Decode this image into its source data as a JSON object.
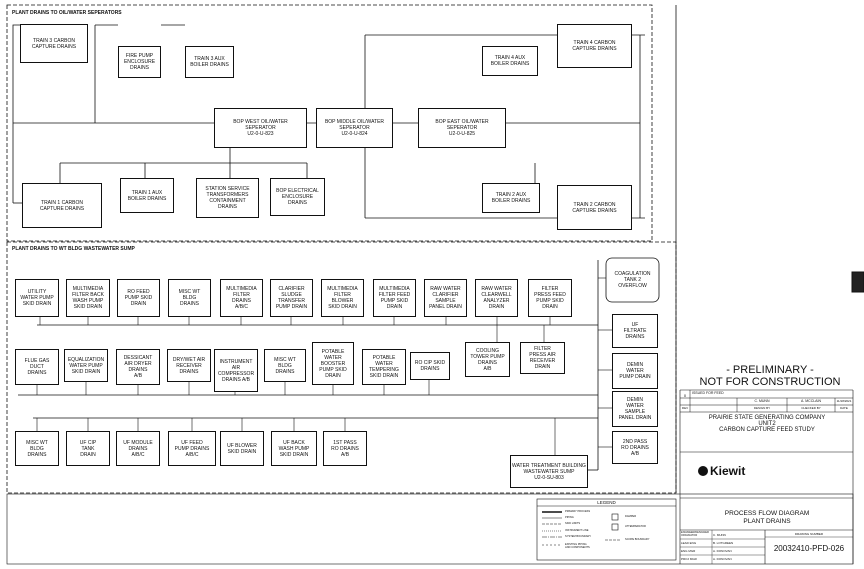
{
  "sections": {
    "top_title": "PLANT DRAINS TO OIL/WATER SEPERATORS",
    "bottom_title": "PLANT DRAINS TO WT BLDG WASTEWATER SUMP"
  },
  "top_section": {
    "train3_carbon": "TRAIN 3 CARBON\nCAPTURE DRAINS",
    "fire_pump": "FIRE PUMP\nENCLOSURE\nDRAINS",
    "train3_aux": "TRAIN 3 AUX\nBOILER DRAINS",
    "train4_aux": "TRAIN 4 AUX\nBOILER DRAINS",
    "train4_carbon": "TRAIN 4 CARBON\nCAPTURE DRAINS",
    "bop_west": "BOP WEST OIL/WATER\nSEPERATOR\nU2-0-U-823",
    "bop_middle": "BOP MIDDLE OIL/WATER\nSEPERATOR\nU2-0-U-824",
    "bop_east": "BOP EAST OIL/WATER\nSEPERATOR\nU2-0-U-825",
    "train1_carbon": "TRAIN 1 CARBON\nCAPTURE DRAINS",
    "train1_aux": "TRAIN 1 AUX\nBOILER DRAINS",
    "station_service": "STATION SERVICE\nTRANSFORMERS\nCONTAINMENT\nDRAINS",
    "bop_electrical": "BOP ELECTRICAL\nENCLOSURE\nDRAINS",
    "train2_aux": "TRAIN 2 AUX\nBOILER DRAINS",
    "train2_carbon": "TRAIN 2 CARBON\nCAPTURE DRAINS"
  },
  "row1": [
    "UTILITY\nWATER PUMP\nSKID DRAIN",
    "MULTIMEDIA\nFILTER BACK\nWASH PUMP\nSKID DRAIN",
    "RO FEED\nPUMP SKID\nDRAIN",
    "MISC WT\nBLDG\nDRAINS",
    "MULTIMEDIA\nFILTER\nDRAINS\nA/B/C",
    "CLARIFIER\nSLUDGE\nTRANSFER\nPUMP DRAIN",
    "MULTIMEDIA\nFILTER\nBLOWER\nSKID DRAIN",
    "MULTIMEDIA\nFILTER FEED\nPUMP SKID\nDRAIN",
    "RAW WATER\nCLARIFIER\nSAMPLE\nPANEL DRAIN",
    "RAW WATER\nCLEARWELL\nANALYZER\nDRAIN",
    "FILTER\nPRESS FEED\nPUMP SKID\nDRAIN"
  ],
  "row2": [
    "FLUE GAS\nDUCT\nDRAINS",
    "EQUALIZATION\nWATER PUMP\nSKID DRAIN",
    "DESSICANT\nAIR DRYER\nDRAINS\nA/B",
    "DRY/WET AIR\nRECEIVER\nDRAINS",
    "INSTRUMENT\nAIR\nCOMPRESSOR\nDRAINS A/B",
    "MISC WT\nBLDG\nDRAINS",
    "POTABLE\nWATER\nBOOSTER\nPUMP SKID\nDRAIN",
    "POTABLE\nWATER\nTEMPERING\nSKID DRAIN",
    "RO CIP SKID\nDRAINS"
  ],
  "row2_extra": {
    "cooling_tower": "COOLING\nTOWER PUMP\nDRAINS\nA/B",
    "filter_press_air": "FILTER\nPRESS AIR\nRECEIVER\nDRAIN"
  },
  "row3": [
    "MISC WT\nBLDG\nDRAINS",
    "UF CIP\nTANK\nDRAIN",
    "UF MODULE\nDRAINS\nA/B/C",
    "UF FEED\nPUMP DRAINS\nA/B/C",
    "UF BLOWER\nSKID DRAIN",
    "UF BACK\nWASH PUMP\nSKID DRAIN",
    "1ST PASS\nRO DRAINS\nA/B"
  ],
  "right_column": {
    "coagulation": "COAGULATION\nTANK 2\nOVERFLOW",
    "uf_filtrate": "UF\nFILTRATE\nDRAINS",
    "demin_pump": "DEMIN\nWATER\nPUMP DRAIN",
    "demin_sample": "DEMIN\nWATER\nSAMPLE\nPANEL DRAIN",
    "second_pass": "2ND PASS\nRO DRAINS\nA/B"
  },
  "sump": "WATER TREATMENT BUILDING\nWASTEWATER SUMP\nU2-0-SU-803",
  "stamp": {
    "line1": "- PRELIMINARY -",
    "line2": "NOT FOR CONSTRUCTION"
  },
  "legend": {
    "title": "LEGEND",
    "items_left": [
      "PRIMARY PROCESS",
      "PIPING",
      "SKID LIMITS",
      "INSTRUMENT LINE",
      "SYSTEM BOUNDARY",
      "EXISTING PIPING\nAND COMPONENTS"
    ],
    "items_right": [
      "DAMPER",
      "ATTEMPERATOR",
      "SCOPE BOUNDARY"
    ]
  },
  "title_block": {
    "rev": "0",
    "rev_desc": "ISSUED FOR FEED",
    "designer": "C. MUNN",
    "checker": "A. MCCLAIN",
    "date": "11/18/2021",
    "rev_label": "REV",
    "designed_by_label": "DESIGN BY",
    "checked_by_label": "CHECKED BY",
    "date_label": "DATE",
    "company": "PRAIRIE STATE GENERATING COMPANY",
    "unit": "UNIT2",
    "project": "CARBON CAPTURE FEED STUDY",
    "logo": "Kiewit",
    "diagram_title": "PROCESS FLOW DIAGRAM",
    "diagram_subtitle": "PLANT DRAINS",
    "drawing_number_label": "DRAWING NUMBER",
    "drawing_number": "20032410-PFD-026",
    "signoffs": [
      {
        "role": "ENGINEER/DESIGNER\nORIGINATOR",
        "name": "C. MUNN"
      },
      {
        "role": "LEAD ENG",
        "name": "B. LOTGREEN"
      },
      {
        "role": "ENG MGR",
        "name": "A. DONOVAN"
      },
      {
        "role": "PROJ MGR",
        "name": "A. DONOVAN"
      }
    ]
  }
}
